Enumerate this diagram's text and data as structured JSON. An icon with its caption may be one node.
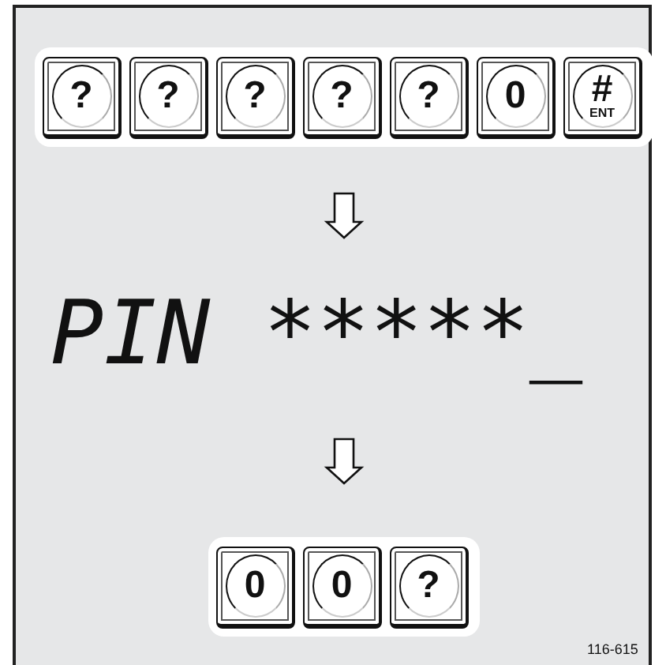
{
  "diagram": {
    "nodes": [
      {
        "text": [],
        "shape": "box"
      },
      {
        "text": [
          "?"
        ],
        "in": 0
      },
      {
        "text": [
          "?"
        ],
        "in": 0
      },
      {
        "text": [
          "?"
        ],
        "in": 0
      },
      {
        "text": [
          "?"
        ],
        "in": 0
      },
      {
        "text": [
          "?"
        ],
        "in": 0
      },
      {
        "text": [
          "0"
        ],
        "in": 0
      },
      {
        "text": [
          "#",
          "ENT"
        ],
        "in": 0
      },
      {
        "text": [
          "PIN *****_"
        ]
      },
      {
        "text": [],
        "shape": "box"
      },
      {
        "text": [
          "0"
        ],
        "in": 9
      },
      {
        "text": [
          "0"
        ],
        "in": 9
      },
      {
        "text": [
          "?"
        ],
        "in": 9
      }
    ],
    "edges": [
      {
        "from": 0,
        "to": 8,
        "arrow": "to"
      },
      {
        "from": 8,
        "to": 9,
        "arrow": "to"
      }
    ],
    "labels": [
      "116-615"
    ]
  }
}
